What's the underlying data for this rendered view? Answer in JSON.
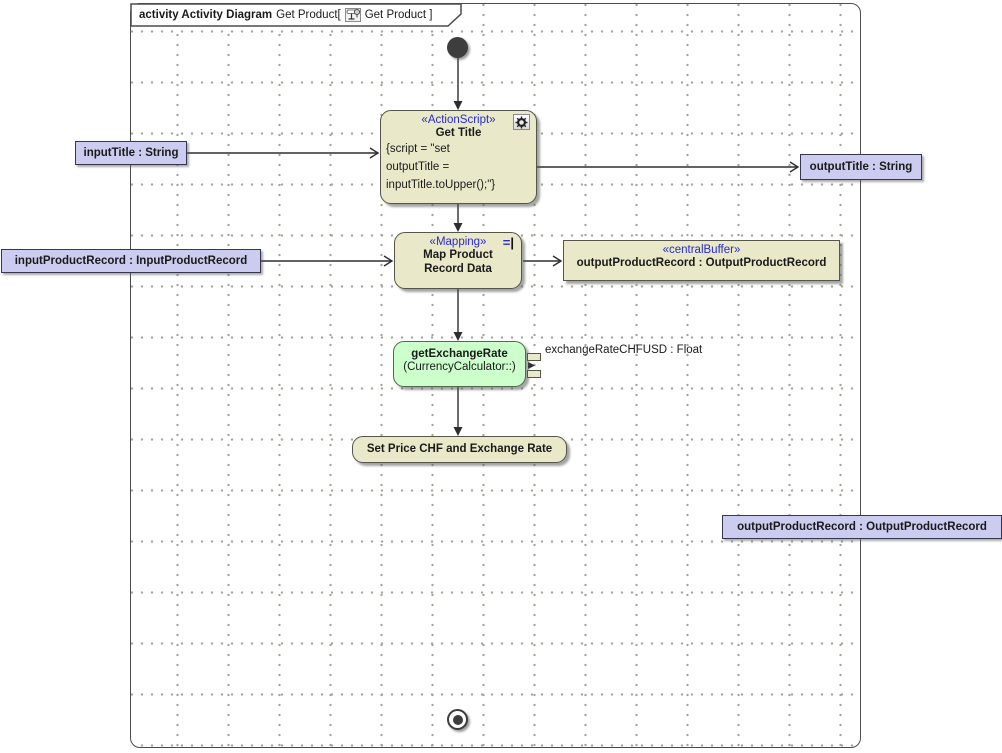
{
  "frame": {
    "keyword": "activity Activity Diagram",
    "name": "Get Product[",
    "reference": "Get Product ]",
    "diagram_icon": "activity-diagram-icon"
  },
  "nodes": {
    "initial": {
      "type": "initial-node"
    },
    "get_title": {
      "stereotype": "«ActionScript»",
      "name": "Get Title",
      "script": "{script = \"set\noutputTitle =\ninputTitle.toUpper();\"}",
      "icon": "gear-icon"
    },
    "mapping": {
      "stereotype": "«Mapping»",
      "name": "Map Product\nRecord Data",
      "icon_equals": "=",
      "icon_bar": "|"
    },
    "central_buffer": {
      "stereotype": "«centralBuffer»",
      "name": "outputProductRecord : OutputProductRecord"
    },
    "get_exchange_rate": {
      "name": "getExchangeRate",
      "qualifier": "(CurrencyCalculator::)",
      "pin_label": "exchangeRateCHFUSD : Float"
    },
    "set_price": {
      "name": "Set Price CHF and Exchange Rate"
    },
    "final": {
      "type": "activity-final-node"
    }
  },
  "parameters": {
    "input_title": "inputTitle : String",
    "output_title": "outputTitle : String",
    "input_product_record": "inputProductRecord : InputProductRecord",
    "output_product_record": "outputProductRecord : OutputProductRecord"
  },
  "colors": {
    "action_fill": "#e9e9c9",
    "action_border": "#55554a",
    "parameter_fill": "#ccccf0",
    "operation_fill": "#ccffcc",
    "stereotype_text": "#2a2ac8",
    "edge": "#2e2e2e",
    "grid_dot": "#a3a398"
  }
}
